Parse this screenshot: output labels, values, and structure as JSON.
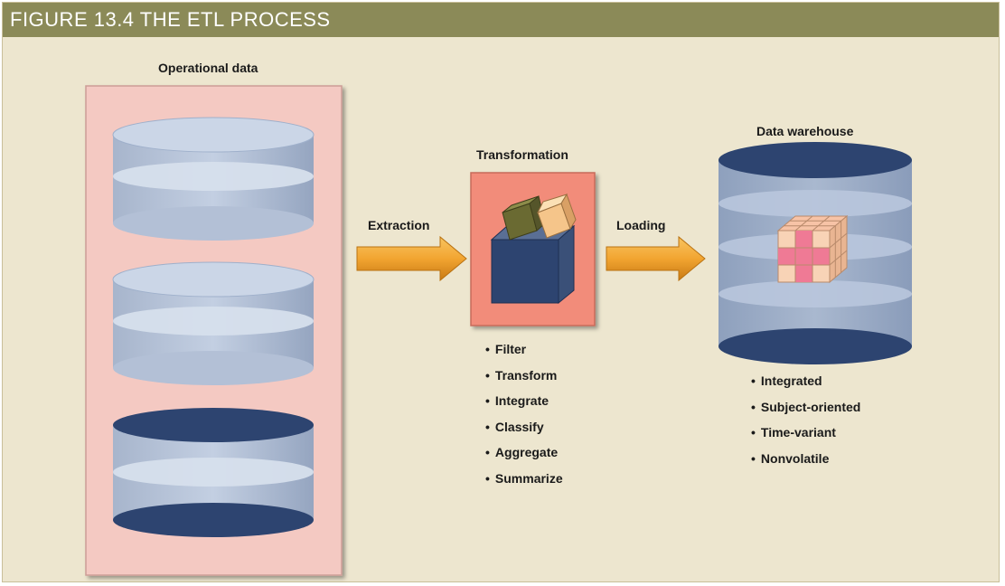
{
  "header": {
    "title": "FIGURE 13.4  THE ETL PROCESS"
  },
  "labels": {
    "operational": "Operational data",
    "transformation": "Transformation",
    "warehouse": "Data warehouse",
    "extraction": "Extraction",
    "loading": "Loading"
  },
  "transform_steps": [
    "Filter",
    "Transform",
    "Integrate",
    "Classify",
    "Aggregate",
    "Summarize"
  ],
  "warehouse_traits": [
    "Integrated",
    "Subject-oriented",
    "Time-variant",
    "Nonvolatile"
  ],
  "colors": {
    "header_bar": "#8b8a58",
    "background": "#ede6cf",
    "operational_panel": "#f4c9c2",
    "transformation_box": "#f28c7a",
    "arrow": "#f2a531",
    "cylinder_light": "#b9c7dd",
    "cylinder_dark": "#2d4470"
  }
}
